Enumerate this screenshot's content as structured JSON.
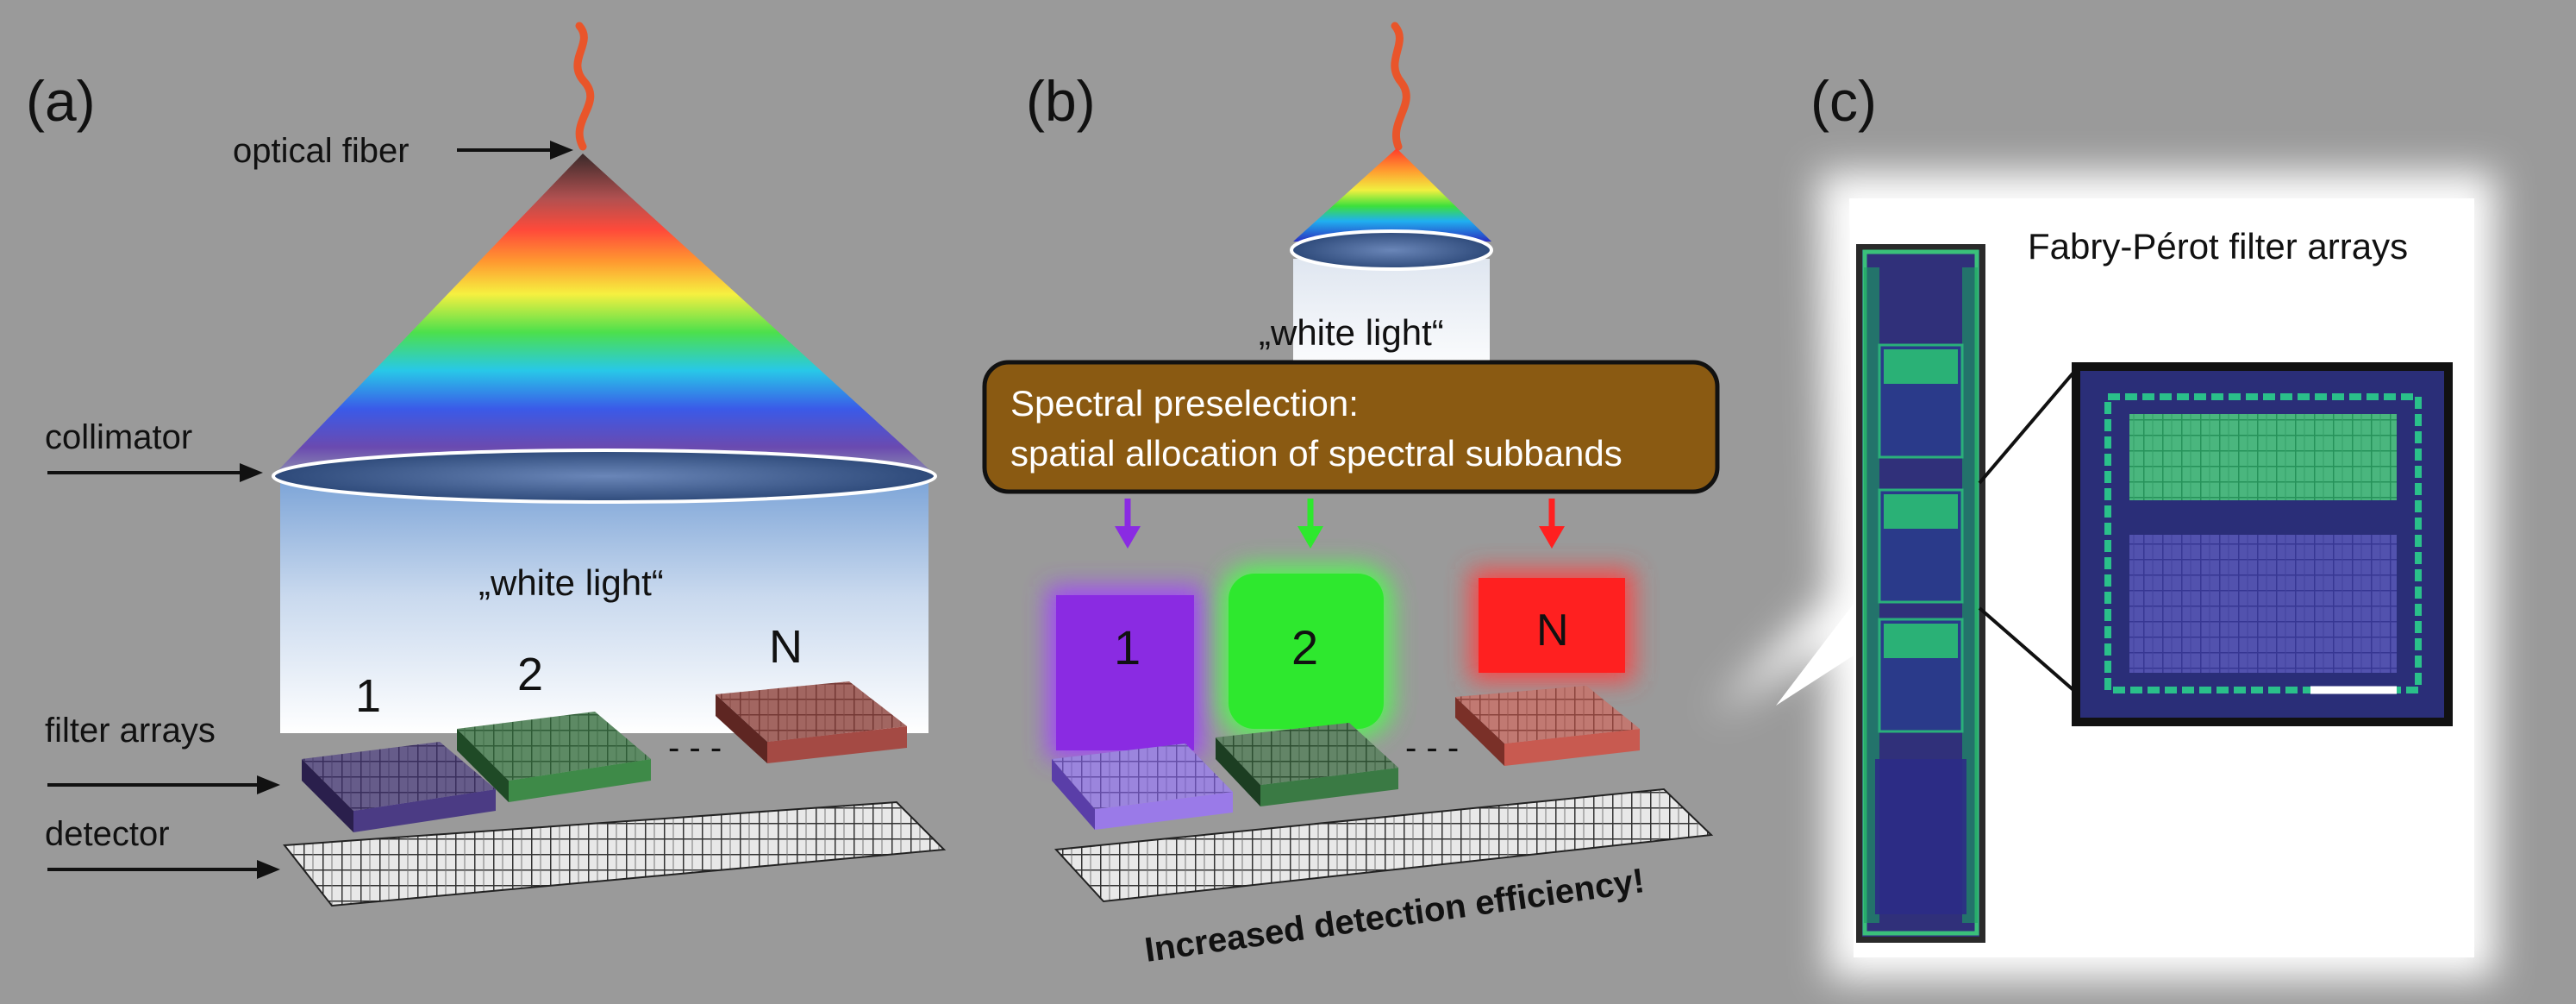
{
  "panels": {
    "a": {
      "label": "(a)",
      "optical_fiber": "optical fiber",
      "collimator": "collimator",
      "white_light": "„white light“",
      "filter_arrays": "filter arrays",
      "detector": "detector",
      "array_numbers": [
        "1",
        "2",
        "N"
      ],
      "ellipsis": "- - -"
    },
    "b": {
      "label": "(b)",
      "white_light": "„white light“",
      "preselection_line1": "Spectral preselection:",
      "preselection_line2": "spatial allocation of spectral subbands",
      "subband_labels": [
        "1",
        "2",
        "N"
      ],
      "ellipsis": "- - -",
      "efficiency": "Increased detection efficiency!"
    },
    "c": {
      "label": "(c)",
      "title": "Fabry-Pérot filter arrays"
    }
  },
  "colors": {
    "background": "#9a9a9a",
    "fiber": "#e9552a",
    "preselection_box": "#8a5a12",
    "band_violet": "#8a2be2",
    "band_green": "#2ee82e",
    "band_red": "#ff2020"
  }
}
